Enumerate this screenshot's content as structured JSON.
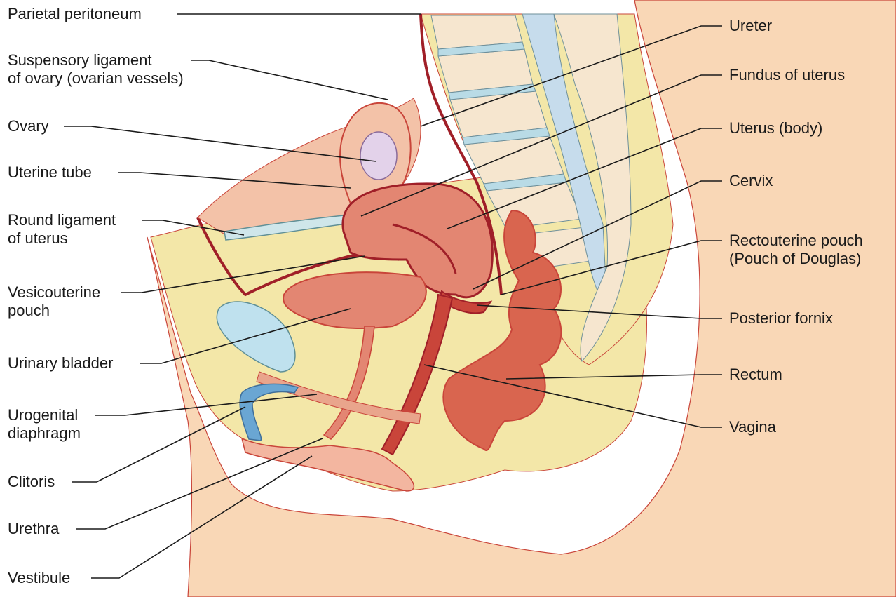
{
  "labels": {
    "parietal_peritoneum": "Parietal peritoneum",
    "suspensory_ligament_1": "Suspensory ligament",
    "suspensory_ligament_2": "of ovary (ovarian vessels)",
    "ovary": "Ovary",
    "uterine_tube": "Uterine tube",
    "round_ligament_1": "Round ligament",
    "round_ligament_2": "of uterus",
    "vesicouterine_1": "Vesicouterine",
    "vesicouterine_2": "pouch",
    "urinary_bladder": "Urinary bladder",
    "urogenital_1": "Urogenital",
    "urogenital_2": "diaphragm",
    "clitoris": "Clitoris",
    "urethra": "Urethra",
    "vestibule": "Vestibule",
    "ureter": "Ureter",
    "fundus": "Fundus of uterus",
    "uterus_body": "Uterus (body)",
    "cervix": "Cervix",
    "rectouterine_1": "Rectouterine pouch",
    "rectouterine_2": "(Pouch of Douglas)",
    "posterior_fornix": "Posterior fornix",
    "rectum": "Rectum",
    "vagina": "Vagina"
  },
  "colors": {
    "skin": "#f9d7b6",
    "fat": "#f3e7a8",
    "organ": "#e38672",
    "organ_dark": "#c9453a",
    "peritoneum": "#a01f28",
    "bone": "#f6e6cf",
    "disc": "#b9dbe6",
    "bladder": "#bfe1ee",
    "clitoris": "#6aa6d3",
    "ovary": "#e3d2ea"
  }
}
